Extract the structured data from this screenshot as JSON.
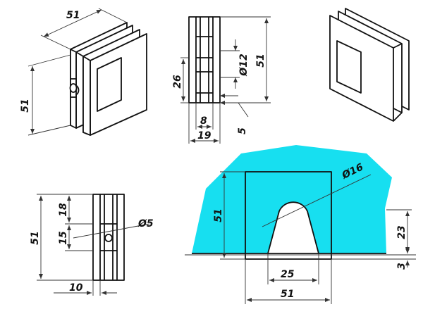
{
  "dimensions": {
    "iso_width": "51",
    "iso_height": "51",
    "side_hole_dia": "Ø12",
    "side_height": "51",
    "side_upper": "26",
    "side_inner": "8",
    "side_width": "19",
    "side_gap": "5",
    "front_height": "51",
    "front_upper": "18",
    "front_mid": "15",
    "front_hole_dia": "Ø5",
    "front_depth": "10",
    "cut_arc_dia": "Ø16",
    "cut_height": "51",
    "cut_right": "23",
    "cut_offset": "3",
    "cut_inner_width": "25",
    "cut_width": "51"
  },
  "colors": {
    "glass": "#17dff0",
    "line": "#111111"
  }
}
